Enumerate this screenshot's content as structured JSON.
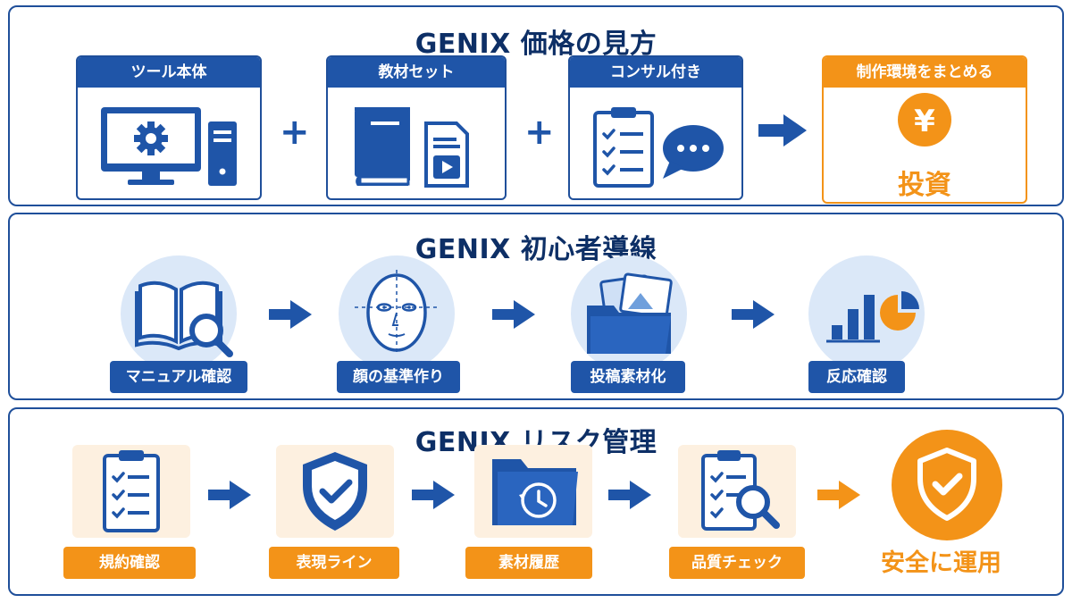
{
  "colors": {
    "navy": "#1f55a8",
    "title": "#0d2f66",
    "orange": "#f39318",
    "light_blue": "#dbe8f8",
    "light_orange": "#fdf0e0"
  },
  "section1": {
    "title": "GENIX 価格の見方",
    "cards": [
      {
        "label": "ツール本体",
        "icon": "computer-gear-icon"
      },
      {
        "label": "教材セット",
        "icon": "book-video-icon"
      },
      {
        "label": "コンサル付き",
        "icon": "clipboard-chat-icon"
      }
    ],
    "plus": "+",
    "summary": {
      "label": "制作環境をまとめる",
      "icon": "yen-coin-icon",
      "symbol": "¥",
      "text": "投資"
    }
  },
  "section2": {
    "title": "GENIX 初心者導線",
    "steps": [
      {
        "label": "マニュアル確認",
        "icon": "book-magnifier-icon"
      },
      {
        "label": "顔の基準作り",
        "icon": "face-guide-icon"
      },
      {
        "label": "投稿素材化",
        "icon": "folder-images-icon"
      },
      {
        "label": "反応確認",
        "icon": "bar-pie-chart-icon"
      }
    ]
  },
  "section3": {
    "title": "GENIX リスク管理",
    "steps": [
      {
        "label": "規約確認",
        "icon": "clipboard-checklist-icon"
      },
      {
        "label": "表現ライン",
        "icon": "shield-check-icon"
      },
      {
        "label": "素材履歴",
        "icon": "folder-history-icon"
      },
      {
        "label": "品質チェック",
        "icon": "clipboard-magnifier-icon"
      }
    ],
    "result": {
      "label": "安全に運用",
      "icon": "shield-check-badge-icon"
    }
  }
}
